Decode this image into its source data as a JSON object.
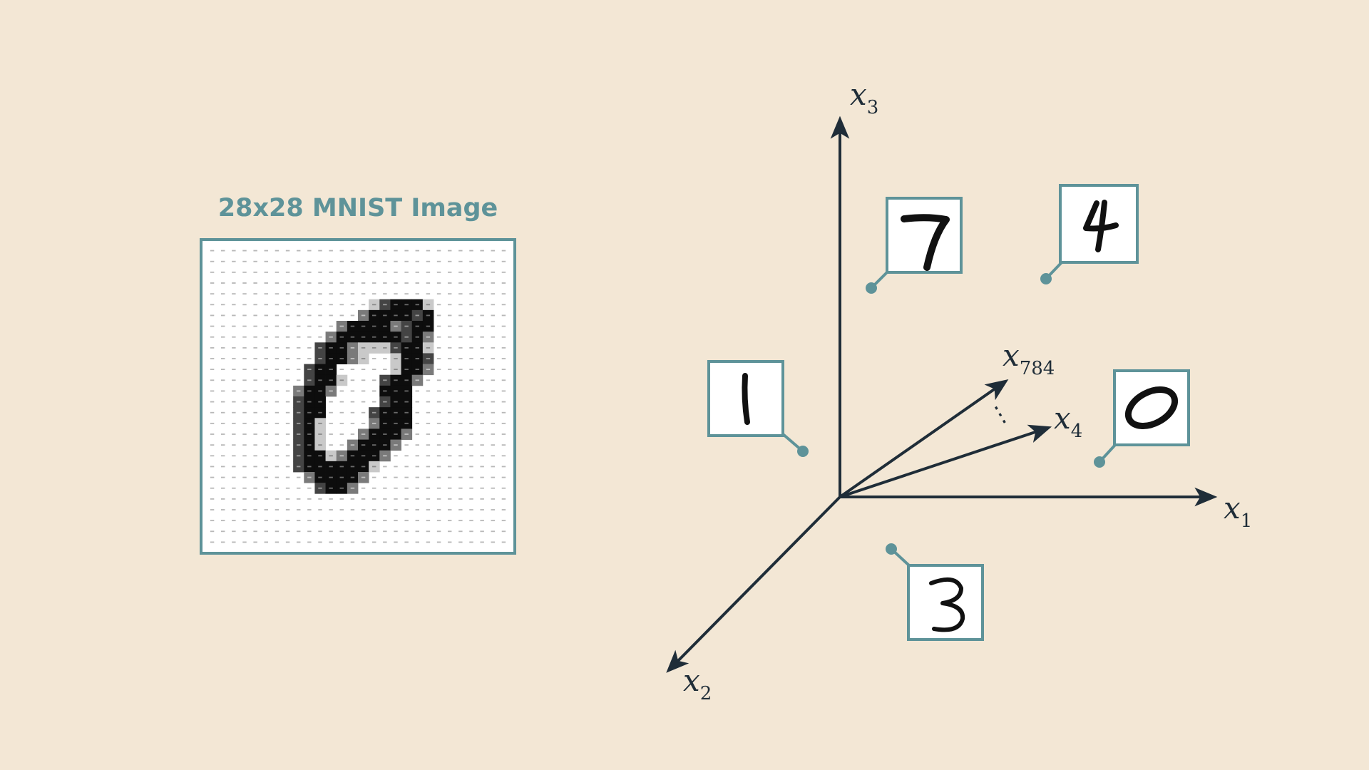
{
  "image_panel": {
    "title": "28x28 MNIST Image",
    "grid_size": 28,
    "digit_rows": [
      "............................",
      "............................",
      "............................",
      "............................",
      "............................",
      "...............lhkkkl.......",
      "..............dkkkkhk.......",
      "............dkkkkdhkk.......",
      "...........dkkkkkkhkd.......",
      "..........hkkdlllhkkl.......",
      "..........hkkdl..lkkh.......",
      ".........hkk.....lkkd.......",
      ".........hkkl...hkkd........",
      "........dkkd....kkk.........",
      "........hkk.....hkk.........",
      "........hkk....hkkk.........",
      "........hkl....dkkk.........",
      "........hkl...dkkkd.........",
      "........hkl..dkkkd..........",
      "........hkkldkkkd...........",
      "........hkkkkkkl............",
      ".........dkkkkd.............",
      "..........hkkd..............",
      "............................",
      "............................",
      "............................",
      "............................",
      "............................"
    ]
  },
  "axes": {
    "x1": {
      "base": "x",
      "sub": "1"
    },
    "x2": {
      "base": "x",
      "sub": "2"
    },
    "x3": {
      "base": "x",
      "sub": "3"
    },
    "x4": {
      "base": "x",
      "sub": "4"
    },
    "x784": {
      "base": "x",
      "sub": "784"
    },
    "ellipsis": "⋮"
  },
  "digit_samples": [
    {
      "name": "digit-sample-7",
      "label": "7"
    },
    {
      "name": "digit-sample-4",
      "label": "4"
    },
    {
      "name": "digit-sample-1",
      "label": "1"
    },
    {
      "name": "digit-sample-0",
      "label": "0"
    },
    {
      "name": "digit-sample-3",
      "label": "3"
    }
  ],
  "colors": {
    "background": "#f3e7d5",
    "accent_teal": "#5e9399",
    "axis_dark": "#1f2d38"
  }
}
